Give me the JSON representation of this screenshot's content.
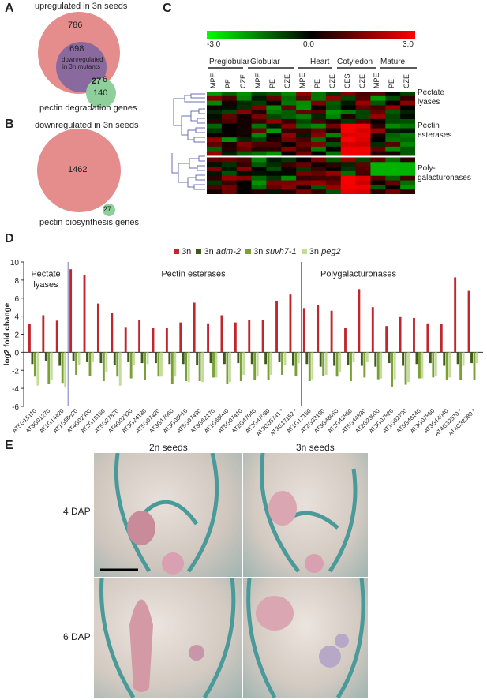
{
  "panels": {
    "a": "A",
    "b": "B",
    "c": "C",
    "d": "D",
    "e": "E"
  },
  "venn_a": {
    "title": "upregulated in 3n seeds",
    "n_up": "786",
    "n_overlap": "698",
    "inner_label": "downregulated in 3n mutants",
    "n_27": "27",
    "n_6": "6",
    "n_140": "140",
    "bottom_label": "pectin degradation genes"
  },
  "venn_b": {
    "title": "downregulated in 3n seeds",
    "n_main": "1462",
    "n_small": "27",
    "bottom_label": "pectin biosynthesis genes"
  },
  "heatmap": {
    "scale_min": "-3.0",
    "scale_mid": "0.0",
    "scale_max": "3.0",
    "stages": [
      "Preglobular",
      "Globular",
      "Heart",
      "Cotyledon",
      "Mature"
    ],
    "columns": [
      "MPE",
      "PE",
      "CZE",
      "MPE",
      "PE",
      "CZE",
      "MPE",
      "PE",
      "CZE",
      "CES",
      "CZE",
      "MPE",
      "PE",
      "CZE"
    ],
    "groups": [
      "Pectate lyases",
      "Pectin esterases",
      "Poly- galacturonases"
    ],
    "colors": {
      "neg": "#00ff00",
      "zero": "#000000",
      "pos": "#ff0000"
    }
  },
  "chart_data": {
    "type": "bar",
    "ylabel": "log2 fold change",
    "ylim": [
      -6,
      10
    ],
    "yticks": [
      "10",
      "8",
      "6",
      "4",
      "2",
      "0",
      "-2",
      "-4",
      "-6"
    ],
    "sections": [
      "Pectate lyases",
      "Pectin esterases",
      "Polygalacturonases"
    ],
    "categories": [
      "AT5G15110",
      "AT3G01270",
      "AT1G14420",
      "AT1G56620",
      "AT4G02300",
      "AT2G19150",
      "AT5G27870",
      "AT4G02320",
      "AT3G24130",
      "AT5G07420",
      "AT3G17060",
      "AT3G05610",
      "AT5G07430",
      "AT3G62170",
      "AT1G69940",
      "AT5G07410",
      "AT2G47040",
      "AT2G47030",
      "AT3G05741 *",
      "AT3G17152 *",
      "AT1G17150",
      "AT2G33160",
      "AT3G48950",
      "AT2G41850",
      "AT5G44830",
      "AT2G23900",
      "AT3G07820",
      "AT1G02790",
      "AT5G48140",
      "AT3G07850",
      "AT3G14040",
      "AT4G32370 *",
      "AT4G32380 *"
    ],
    "series": [
      {
        "name": "3n",
        "color": "#c0272d",
        "values": [
          3.1,
          4.1,
          3.5,
          9.2,
          8.6,
          5.4,
          4.4,
          2.8,
          3.6,
          2.7,
          2.7,
          3.3,
          5.5,
          3.2,
          4.1,
          3.3,
          3.6,
          3.6,
          5.7,
          6.4,
          4.9,
          5.2,
          4.6,
          2.7,
          7.0,
          5.0,
          2.9,
          3.9,
          3.8,
          3.2,
          3.1,
          8.3,
          6.8
        ]
      },
      {
        "name": "3n adm-2",
        "color": "#3f5a1c",
        "values": [
          -1.3,
          -1.0,
          -1.5,
          -1.0,
          -1.1,
          -1.2,
          -1.4,
          -1.1,
          -1.2,
          -1.2,
          -1.3,
          -1.3,
          -1.4,
          -1.2,
          -1.3,
          -1.2,
          -1.3,
          -1.3,
          -1.1,
          -1.5,
          -1.3,
          -1.6,
          -1.5,
          -1.4,
          -1.5,
          -1.6,
          -1.2,
          -1.5,
          -1.3,
          -1.2,
          -1.5,
          -1.3,
          -1.2
        ]
      },
      {
        "name": "3n suvh7-1",
        "color": "#7aa035",
        "values": [
          -2.7,
          -3.5,
          -3.4,
          -2.5,
          -2.6,
          -3.2,
          -2.7,
          -2.9,
          -3.1,
          -2.7,
          -3.5,
          -3.2,
          -3.2,
          -2.8,
          -3.5,
          -3.2,
          -3.1,
          -3.1,
          -2.5,
          -2.6,
          -3.2,
          -2.6,
          -2.7,
          -3.2,
          -2.8,
          -3.0,
          -3.8,
          -3.6,
          -2.9,
          -2.8,
          -3.1,
          -3.1,
          -3.1
        ]
      },
      {
        "name": "3n peg2",
        "color": "#c3dc97",
        "values": [
          -3.7,
          -3.1,
          -3.9,
          -1.4,
          -1.1,
          -2.2,
          -3.7,
          -1.4,
          -1.3,
          -2.7,
          -2.7,
          -3.3,
          -3.3,
          -2.8,
          -3.3,
          -2.5,
          -2.7,
          -2.5,
          -1.4,
          -1.2,
          -3.0,
          -2.5,
          -2.2,
          -1.1,
          -1.1,
          -2.9,
          -3.0,
          -3.3,
          -2.9,
          -2.6,
          -2.8,
          -1.5,
          -1.2
        ]
      }
    ],
    "legend": [
      "3n",
      "3n ",
      "adm-2",
      "3n ",
      "suvh7-1",
      "3n ",
      "peg2"
    ]
  },
  "panel_e": {
    "col1": "2n seeds",
    "col2": "3n seeds",
    "row1": "4 DAP",
    "row2": "6 DAP"
  }
}
